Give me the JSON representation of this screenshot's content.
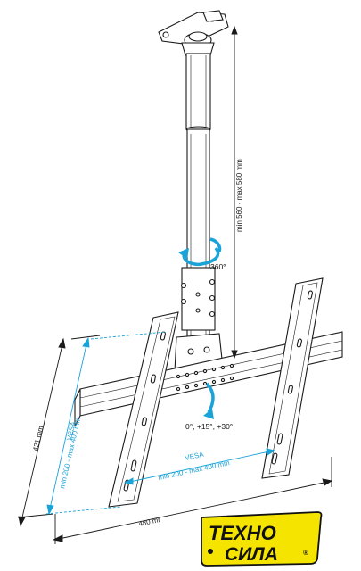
{
  "colors": {
    "line": "#1a1a1a",
    "blue": "#1aa3d9",
    "logo_yellow": "#f5e400",
    "logo_dark": "#111111"
  },
  "annotations": {
    "height_range": "min 560 - max 580 mm",
    "rotation": "360°",
    "tilt": "0°, +15°, +30°",
    "height": "421 mm",
    "width": "480 mr",
    "vesa_vertical_title": "VESA",
    "vesa_vertical_range": "min 200 - max 400 mm",
    "vesa_horizontal_title": "VESA",
    "vesa_horizontal_range": "min 200 - max 400 mm"
  },
  "logo": {
    "line1": "ТЕХНО",
    "line2": "СИЛА",
    "registered": "®"
  }
}
